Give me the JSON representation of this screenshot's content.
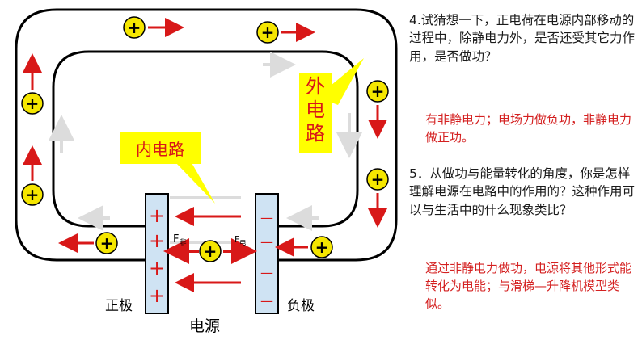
{
  "diagram": {
    "outer_circuit_label": "外电路",
    "inner_circuit_label": "内电路",
    "positive_terminal_label": "正极",
    "negative_terminal_label": "负极",
    "source_label": "电源",
    "force_nonelectrostatic_label": "F",
    "force_nonelectrostatic_sub": "非",
    "force_electric_label": "F",
    "force_electric_sub": "电",
    "plus_sign": "+",
    "minus_sign": "—",
    "charge_symbol": "+"
  },
  "questions": {
    "q4": "4.试猜想一下，正电荷在电源内部移动的过程中，除静电力外，是否还受其它力作用，是否做功？",
    "a4": "有非静电力；电场力做负功，非静电力做正功。",
    "q5": "5．从做功与能量转化的角度，你是怎样理解电源在电路中的作用的？这种作用可以与生活中的什么现象类比？",
    "a5": "通过非静电力做功，电源将其他形式能转化为电能；与滑梯—升降机模型类似。"
  },
  "colors": {
    "wire": "#000000",
    "charge_fill": "#f5e600",
    "arrow_red": "#d81818",
    "callout_yellow": "#ffff00",
    "plate_blue": "#cfe3f3",
    "answer_red": "#d42020",
    "faint_arrow": "#d8d8d8"
  }
}
